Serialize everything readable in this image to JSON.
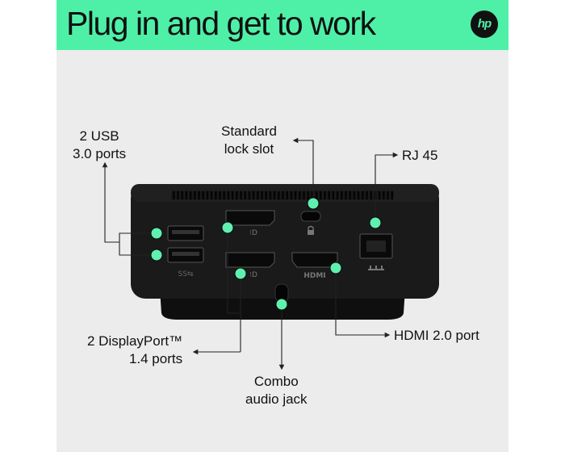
{
  "header": {
    "title": "Plug in and get to work",
    "brand_logo": "hp"
  },
  "colors": {
    "accent": "#4ef0a8",
    "background": "#ececec",
    "device": "#141414",
    "callout_dot": "#5ff0b0"
  },
  "labels": {
    "usb": "2 USB\n3.0 ports",
    "lock": "Standard\nlock slot",
    "rj45": "RJ 45",
    "displayport": "2 DisplayPort™\n1.4 ports",
    "hdmi": "HDMI 2.0 port",
    "audio": "Combo\naudio jack"
  },
  "port_markings": {
    "usb": "SS⇆",
    "displayport": "⁝D",
    "hdmi": "HDMI"
  },
  "icons": [
    "lock-icon",
    "network-icon",
    "arrow-icon"
  ]
}
